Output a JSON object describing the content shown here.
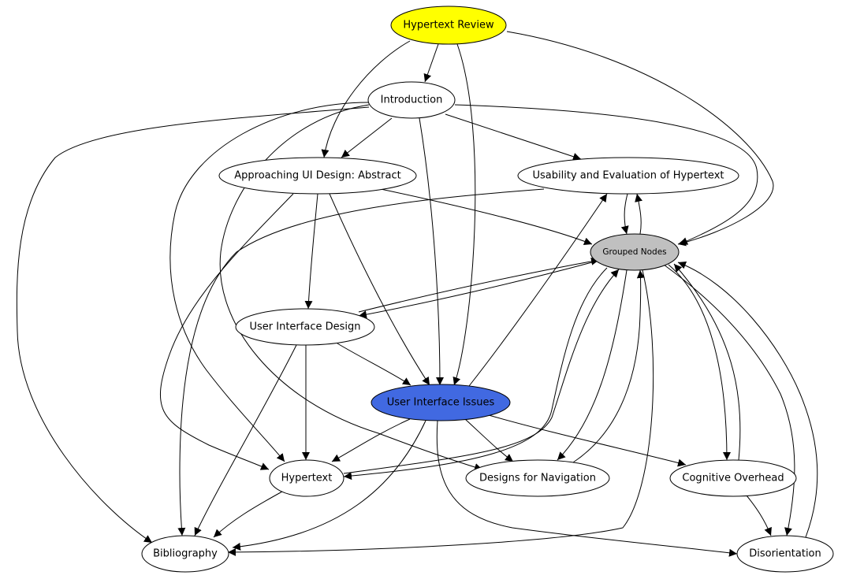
{
  "colors": {
    "background": "#ffffff",
    "stroke": "#000000",
    "node_default": "#ffffff",
    "root": "#ffff00",
    "focus": "#4169e1",
    "group": "#c0c0c0"
  },
  "nodes": [
    {
      "id": "hypertext-review",
      "label": "Hypertext Review",
      "fill": "#ffff00"
    },
    {
      "id": "introduction",
      "label": "Introduction",
      "fill": "#ffffff"
    },
    {
      "id": "approaching-ui-design",
      "label": "Approaching UI Design: Abstract",
      "fill": "#ffffff"
    },
    {
      "id": "usability-evaluation",
      "label": "Usability and Evaluation of Hypertext",
      "fill": "#ffffff"
    },
    {
      "id": "grouped-nodes",
      "label": "Grouped Nodes",
      "fill": "#c0c0c0"
    },
    {
      "id": "user-interface-design",
      "label": "User Interface Design",
      "fill": "#ffffff"
    },
    {
      "id": "user-interface-issues",
      "label": "User Interface Issues",
      "fill": "#4169e1"
    },
    {
      "id": "hypertext",
      "label": "Hypertext",
      "fill": "#ffffff"
    },
    {
      "id": "designs-for-navigation",
      "label": "Designs for Navigation",
      "fill": "#ffffff"
    },
    {
      "id": "cognitive-overhead",
      "label": "Cognitive Overhead",
      "fill": "#ffffff"
    },
    {
      "id": "bibliography",
      "label": "Bibliography",
      "fill": "#ffffff"
    },
    {
      "id": "disorientation",
      "label": "Disorientation",
      "fill": "#ffffff"
    }
  ],
  "edges": [
    {
      "from": "hypertext-review",
      "to": "introduction"
    },
    {
      "from": "hypertext-review",
      "to": "approaching-ui-design"
    },
    {
      "from": "hypertext-review",
      "to": "user-interface-issues"
    },
    {
      "from": "hypertext-review",
      "to": "grouped-nodes"
    },
    {
      "from": "introduction",
      "to": "approaching-ui-design"
    },
    {
      "from": "introduction",
      "to": "usability-evaluation"
    },
    {
      "from": "introduction",
      "to": "user-interface-issues"
    },
    {
      "from": "introduction",
      "to": "grouped-nodes"
    },
    {
      "from": "introduction",
      "to": "bibliography"
    },
    {
      "from": "introduction",
      "to": "hypertext"
    },
    {
      "from": "introduction",
      "to": "designs-for-navigation"
    },
    {
      "from": "approaching-ui-design",
      "to": "user-interface-design"
    },
    {
      "from": "approaching-ui-design",
      "to": "user-interface-issues"
    },
    {
      "from": "approaching-ui-design",
      "to": "grouped-nodes"
    },
    {
      "from": "approaching-ui-design",
      "to": "hypertext"
    },
    {
      "from": "usability-evaluation",
      "to": "grouped-nodes"
    },
    {
      "from": "usability-evaluation",
      "to": "bibliography"
    },
    {
      "from": "grouped-nodes",
      "to": "usability-evaluation"
    },
    {
      "from": "grouped-nodes",
      "to": "user-interface-design"
    },
    {
      "from": "grouped-nodes",
      "to": "hypertext"
    },
    {
      "from": "grouped-nodes",
      "to": "designs-for-navigation"
    },
    {
      "from": "grouped-nodes",
      "to": "cognitive-overhead"
    },
    {
      "from": "grouped-nodes",
      "to": "disorientation"
    },
    {
      "from": "grouped-nodes",
      "to": "bibliography"
    },
    {
      "from": "user-interface-design",
      "to": "grouped-nodes"
    },
    {
      "from": "user-interface-design",
      "to": "user-interface-issues"
    },
    {
      "from": "user-interface-design",
      "to": "hypertext"
    },
    {
      "from": "user-interface-design",
      "to": "bibliography"
    },
    {
      "from": "user-interface-issues",
      "to": "usability-evaluation"
    },
    {
      "from": "user-interface-issues",
      "to": "hypertext"
    },
    {
      "from": "user-interface-issues",
      "to": "designs-for-navigation"
    },
    {
      "from": "user-interface-issues",
      "to": "cognitive-overhead"
    },
    {
      "from": "user-interface-issues",
      "to": "bibliography"
    },
    {
      "from": "user-interface-issues",
      "to": "disorientation"
    },
    {
      "from": "hypertext",
      "to": "grouped-nodes"
    },
    {
      "from": "hypertext",
      "to": "bibliography"
    },
    {
      "from": "designs-for-navigation",
      "to": "grouped-nodes"
    },
    {
      "from": "cognitive-overhead",
      "to": "grouped-nodes"
    },
    {
      "from": "cognitive-overhead",
      "to": "disorientation"
    },
    {
      "from": "disorientation",
      "to": "grouped-nodes"
    }
  ]
}
